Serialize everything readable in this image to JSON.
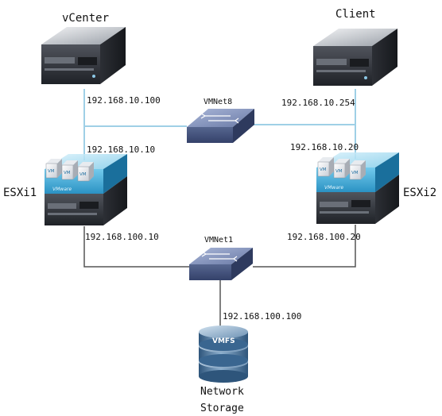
{
  "nodes": {
    "vcenter": {
      "label": "vCenter",
      "ip": "192.168.10.100"
    },
    "client": {
      "label": "Client",
      "ip": "192.168.10.254"
    },
    "esxi1": {
      "label": "ESXi1",
      "ip_mgmt": "192.168.10.10",
      "ip_storage": "192.168.100.10",
      "vm_labels": [
        "VM",
        "VM",
        "VM"
      ],
      "brand": "VMware"
    },
    "esxi2": {
      "label": "ESXi2",
      "ip_mgmt": "192.168.10.20",
      "ip_storage": "192.168.100.20",
      "vm_labels": [
        "VM",
        "VM",
        "VM"
      ],
      "brand": "VMware"
    },
    "storage": {
      "label_line1": "Network",
      "label_line2": "Storage",
      "ip": "192.168.100.100",
      "disk_label": "VMFS"
    }
  },
  "switches": {
    "vmnet8": {
      "label": "VMNet8"
    },
    "vmnet1": {
      "label": "VMNet1"
    }
  },
  "colors": {
    "vmnet8_link": "#9fd0e6",
    "vmnet1_link": "#555555",
    "server_dark": "#2a2d33",
    "switch_blue": "#4d5e8a",
    "vm_band": "#39a7d3",
    "storage_blue": "#4f7fa6"
  }
}
